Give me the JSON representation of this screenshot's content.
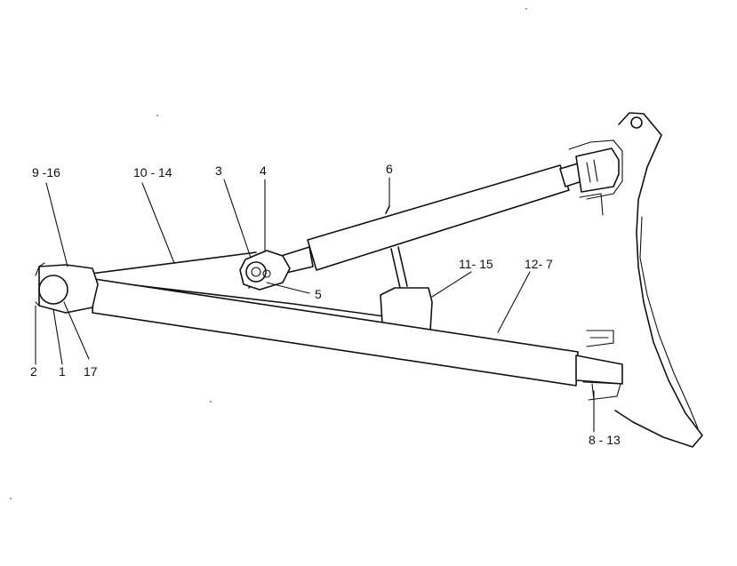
{
  "callouts": [
    {
      "id": "9-16",
      "text": "9 -16"
    },
    {
      "id": "10-14",
      "text": "10 - 14"
    },
    {
      "id": "3",
      "text": "3"
    },
    {
      "id": "4",
      "text": "4"
    },
    {
      "id": "6",
      "text": "6"
    },
    {
      "id": "5",
      "text": "5"
    },
    {
      "id": "11-15",
      "text": "11- 15"
    },
    {
      "id": "12-7",
      "text": "12- 7"
    },
    {
      "id": "2",
      "text": "2"
    },
    {
      "id": "1",
      "text": "1"
    },
    {
      "id": "17",
      "text": "17"
    },
    {
      "id": "8-13",
      "text": "8 - 13"
    }
  ]
}
